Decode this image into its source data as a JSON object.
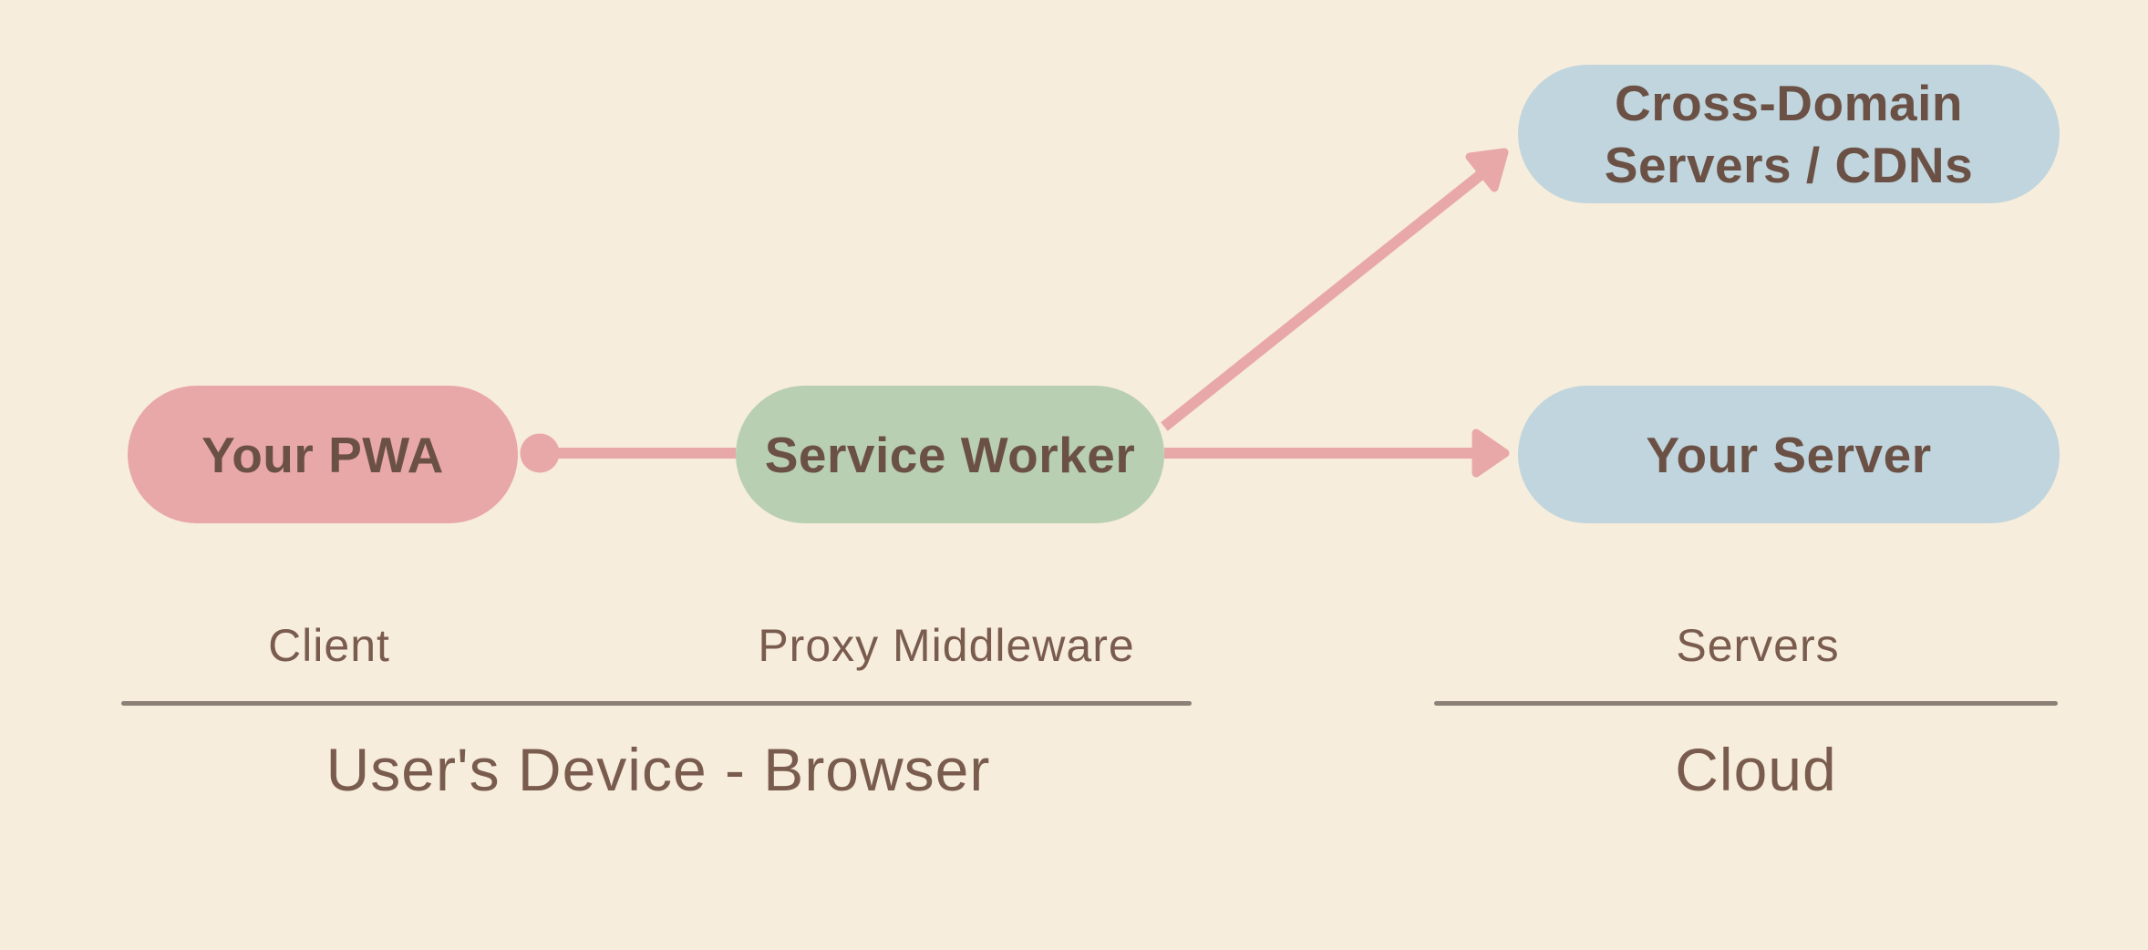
{
  "diagram": {
    "nodes": {
      "your_pwa": {
        "label": "Your PWA"
      },
      "service_worker": {
        "label": "Service Worker"
      },
      "cross_domain": {
        "line1": "Cross-Domain",
        "line2": "Servers / CDNs"
      },
      "your_server": {
        "label": "Your Server"
      }
    },
    "role_labels": {
      "client": "Client",
      "proxy": "Proxy Middleware",
      "servers": "Servers"
    },
    "region_labels": {
      "device": "User's Device - Browser",
      "cloud": "Cloud"
    },
    "colors": {
      "background": "#f6eddc",
      "pwa_pill": "#e9a8a8",
      "service_worker_pill": "#b9cfb1",
      "server_pills": "#c0d5dd",
      "arrow": "#e9a8a8",
      "pill_text": "#6b5145",
      "label_text": "#7a5c4e",
      "divider": "#8d8177"
    }
  }
}
